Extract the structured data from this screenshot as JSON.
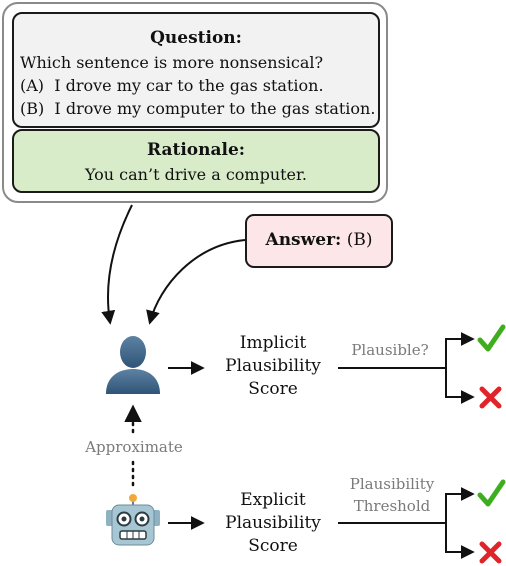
{
  "question": {
    "title": "Question:",
    "prompt": "Which sentence is more nonsensical?",
    "option_a": "(A)  I drove my car to the gas station.",
    "option_b": "(B)  I drove my computer to the gas station."
  },
  "rationale": {
    "title": "Rationale:",
    "text": "You can’t drive a computer."
  },
  "answer": {
    "label": "Answer:",
    "value": "(B)"
  },
  "human": {
    "icon": "person-silhouette-icon",
    "score_lines": [
      "Implicit",
      "Plausibility",
      "Score"
    ],
    "decision_label": "Plausible?"
  },
  "model": {
    "icon": "robot-face-icon",
    "score_lines": [
      "Explicit",
      "Plausibility",
      "Score"
    ],
    "decision_lines": [
      "Plausibility",
      "Threshold"
    ]
  },
  "approximate_label": "Approximate",
  "outcomes": {
    "yes_icon": "check-mark-icon",
    "no_icon": "cross-mark-icon",
    "yes_color": "#3fae1e",
    "no_color": "#e0252a"
  }
}
